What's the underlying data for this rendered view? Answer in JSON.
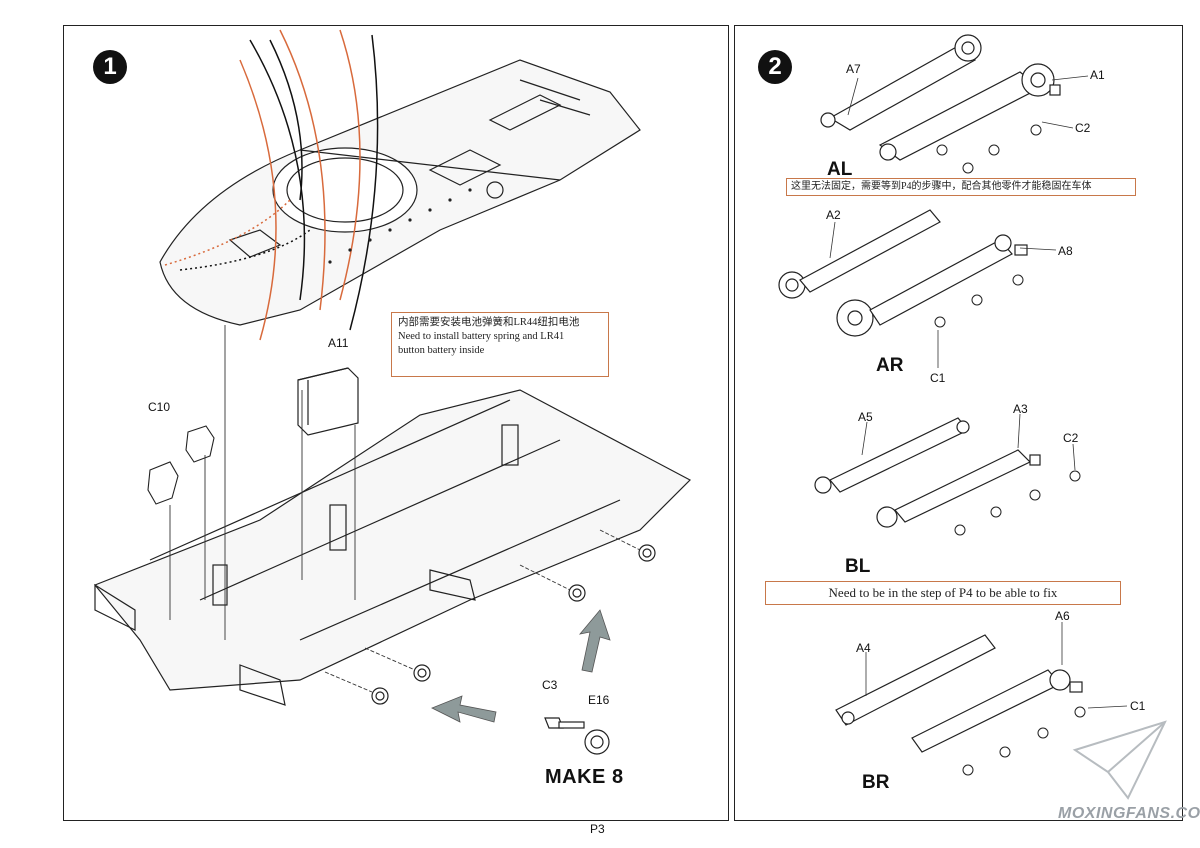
{
  "page_number": "P3",
  "watermark": "MOXINGFANS.COM",
  "step1": {
    "number": "1",
    "note_cn": "内部需要安装电池弹簧和LR44纽扣电池",
    "note_en_line1": "Need to install battery spring and LR41",
    "note_en_line2": "button battery inside",
    "labels": {
      "a11": "A11",
      "c10": "C10",
      "c3": "C3",
      "e16": "E16"
    },
    "make": "MAKE 8"
  },
  "step2": {
    "number": "2",
    "al": {
      "title": "AL",
      "a7": "A7",
      "a1": "A1",
      "c2": "C2",
      "note_cn": "这里无法固定，需要等到P4的步骤中，配合其他零件才能稳固在车体"
    },
    "ar": {
      "title": "AR",
      "a2": "A2",
      "a8": "A8",
      "c1": "C1"
    },
    "bl": {
      "title": "BL",
      "a5": "A5",
      "a3": "A3",
      "c2": "C2",
      "note_en": "Need to be in the step of P4 to be able to fix"
    },
    "br": {
      "title": "BR",
      "a4": "A4",
      "a6": "A6",
      "c1": "C1"
    }
  },
  "colors": {
    "note_border": "#c8784a",
    "wire_orange": "#d86a3c",
    "arrow_gray": "#8e9a9a"
  }
}
